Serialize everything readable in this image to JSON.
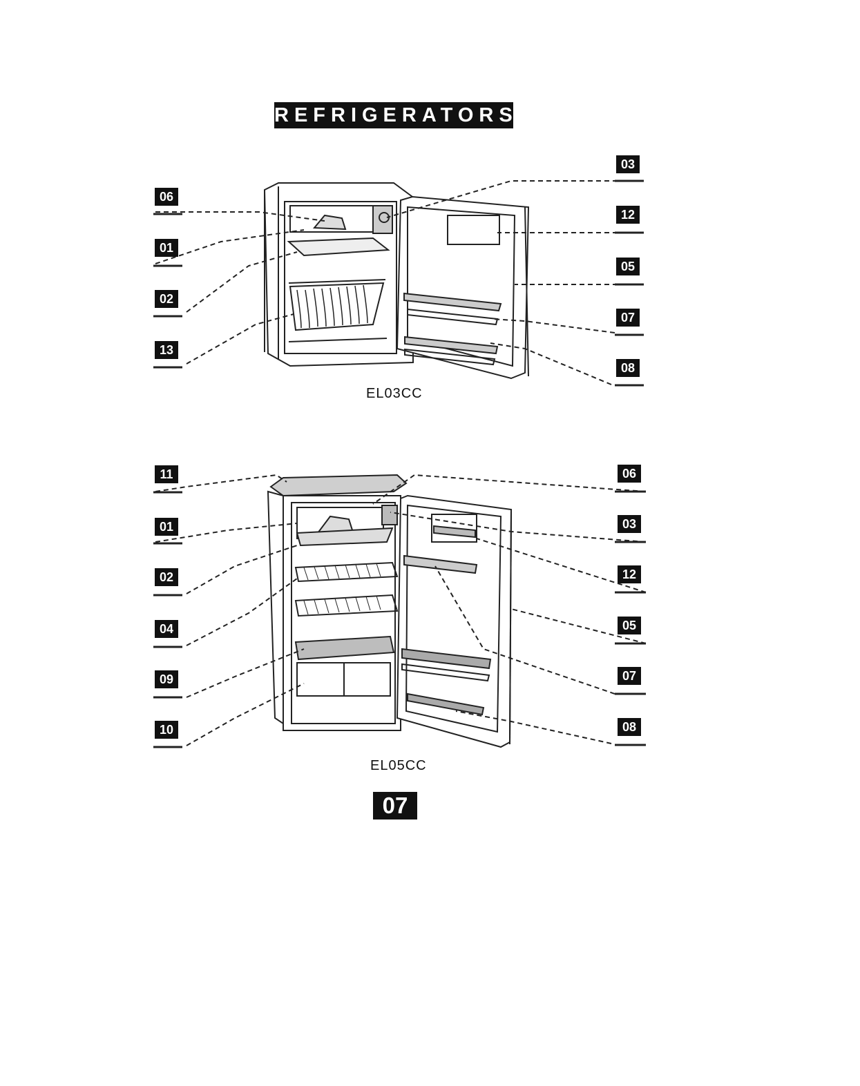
{
  "title": "REFRIGERATORS",
  "page_number": "07",
  "diagrams": [
    {
      "model": "EL03CC",
      "left_tags": [
        "06",
        "01",
        "02",
        "13"
      ],
      "right_tags": [
        "03",
        "12",
        "05",
        "07",
        "08"
      ]
    },
    {
      "model": "EL05CC",
      "left_tags": [
        "11",
        "01",
        "02",
        "04",
        "09",
        "10"
      ],
      "right_tags": [
        "06",
        "03",
        "12",
        "05",
        "07",
        "08"
      ]
    }
  ]
}
